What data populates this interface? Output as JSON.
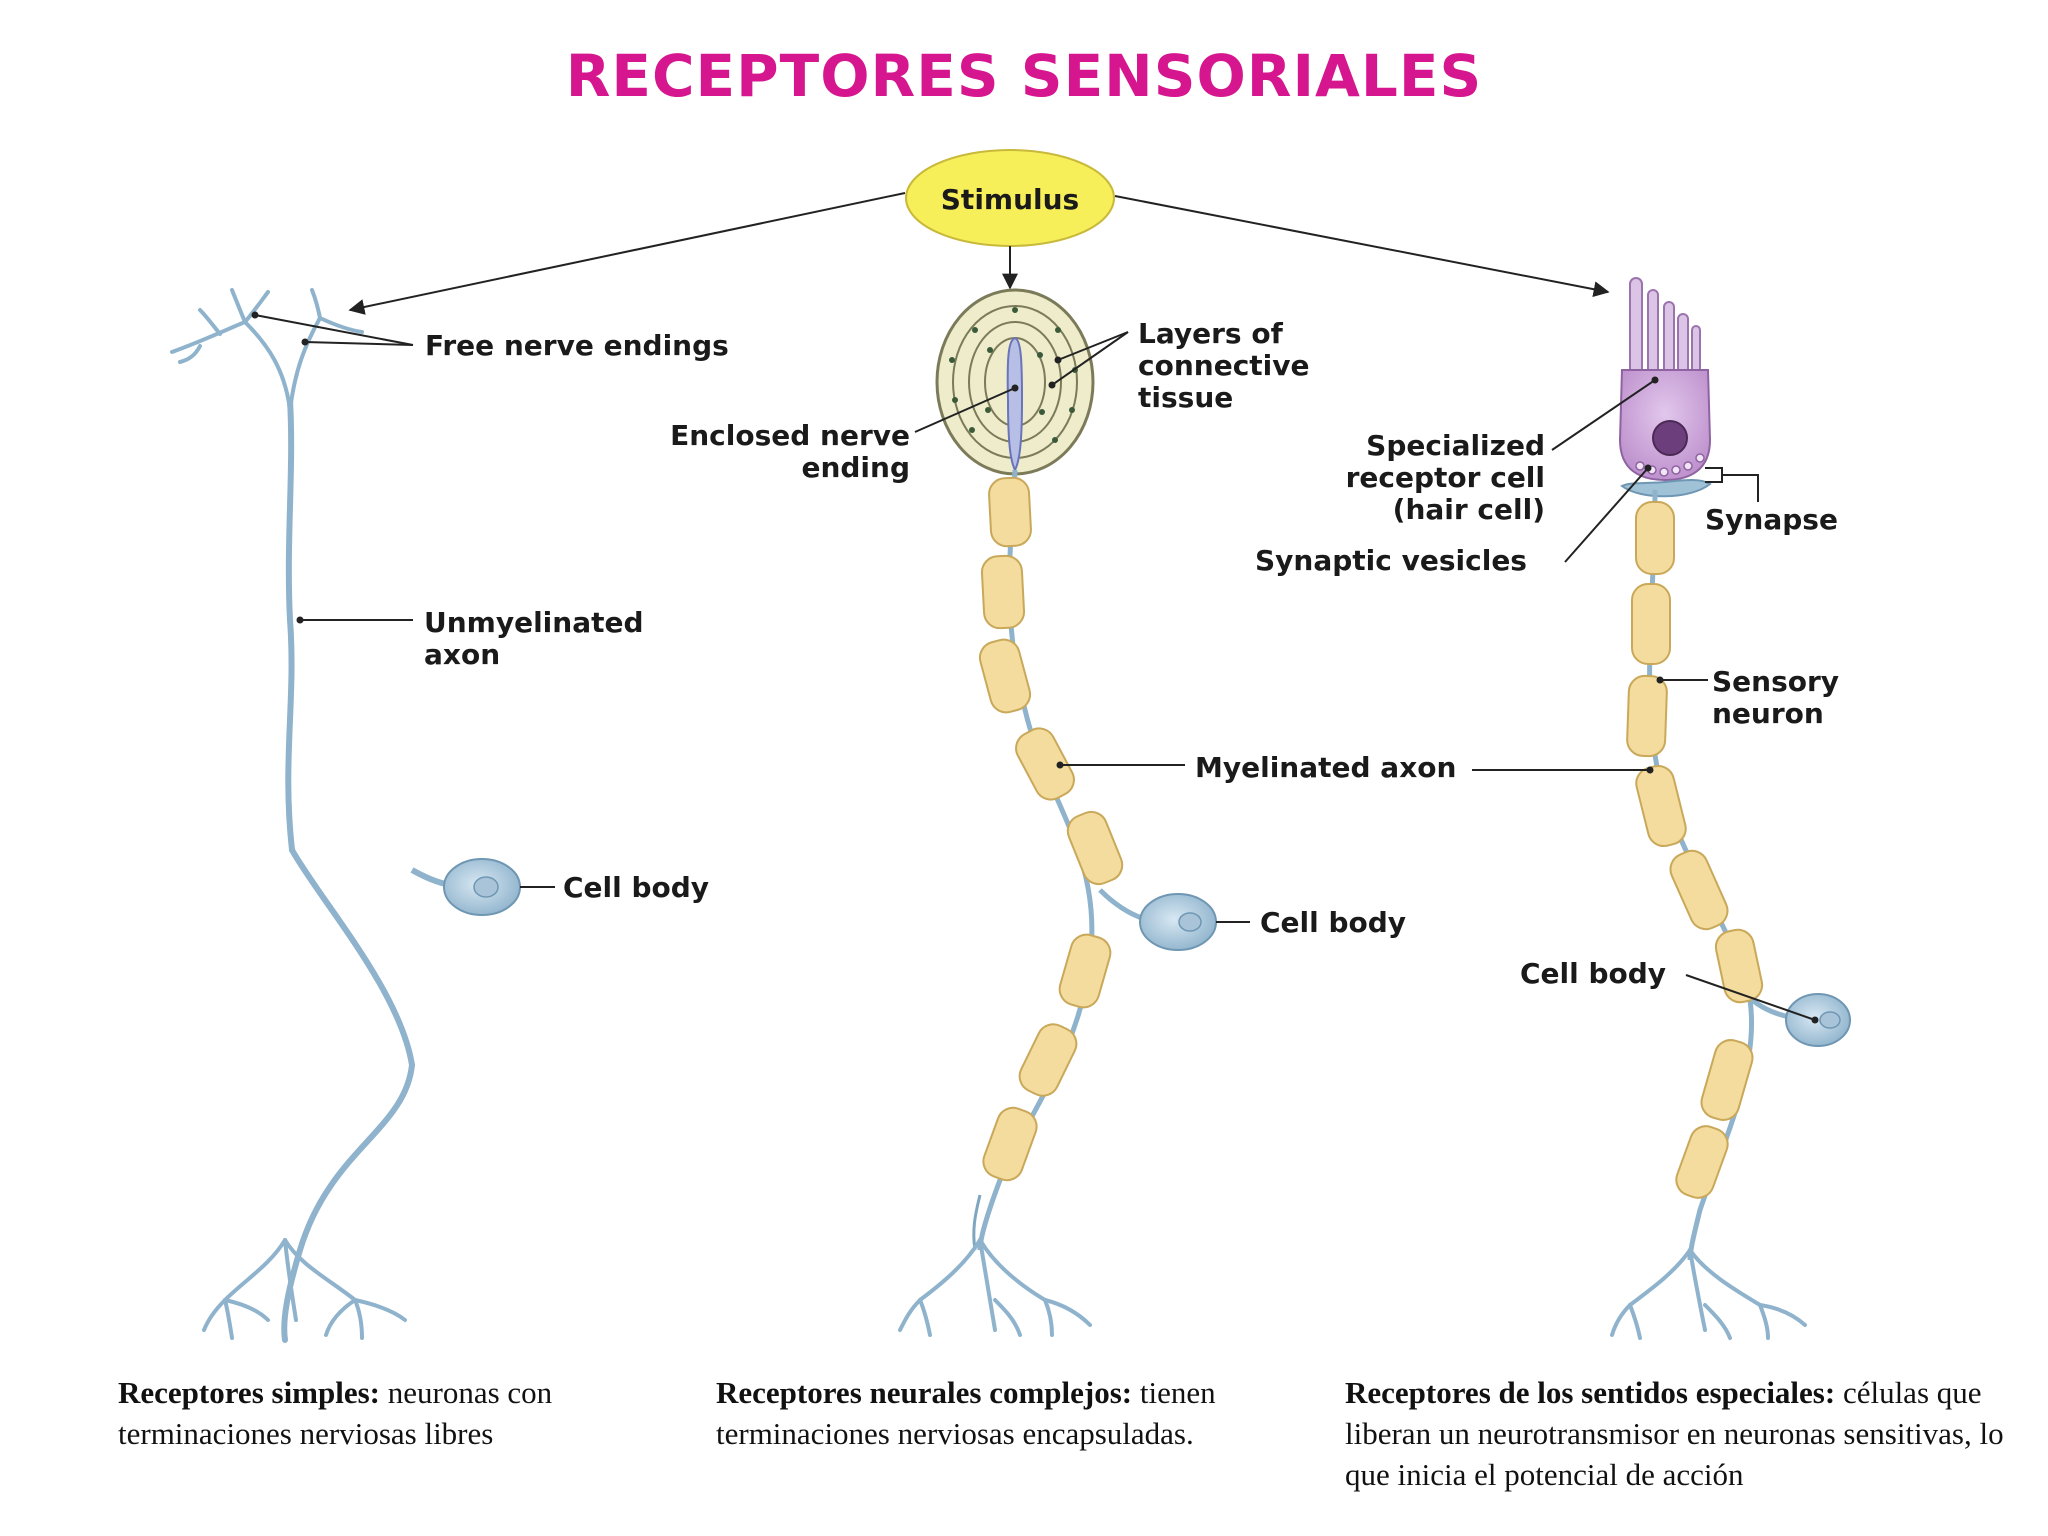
{
  "title": "RECEPTORES SENSORIALES",
  "stimulus": "Stimulus",
  "labels": {
    "free_nerve_endings": "Free nerve endings",
    "unmyelinated_axon": [
      "Unmyelinated",
      "axon"
    ],
    "cell_body_left": "Cell body",
    "layers_connective": [
      "Layers of",
      "connective",
      "tissue"
    ],
    "enclosed_nerve_ending": [
      "Enclosed nerve",
      "ending"
    ],
    "myelinated_axon": "Myelinated axon",
    "cell_body_middle": "Cell body",
    "specialized_receptor": [
      "Specialized",
      "receptor cell",
      "(hair cell)"
    ],
    "synapse": "Synapse",
    "synaptic_vesicles": "Synaptic vesicles",
    "sensory_neuron": [
      "Sensory",
      "neuron"
    ],
    "cell_body_right": "Cell body"
  },
  "captions": [
    {
      "bold": "Receptores simples:",
      "text": " neuronas con terminaciones nerviosas libres"
    },
    {
      "bold": "Receptores neurales complejos:",
      "text": " tienen terminaciones nerviosas encapsuladas."
    },
    {
      "bold": "Receptores de los sentidos especiales:",
      "text": " células que liberan un neurotransmisor en neuronas sensitivas, lo que inicia el potencial de acción"
    }
  ],
  "colors": {
    "title": "#d6168f",
    "stimulus_fill": "#f6ef5a",
    "neuron": "#8fb3cc",
    "myelin": "#f3dc9d",
    "hair_cell": "#c99ad6"
  }
}
